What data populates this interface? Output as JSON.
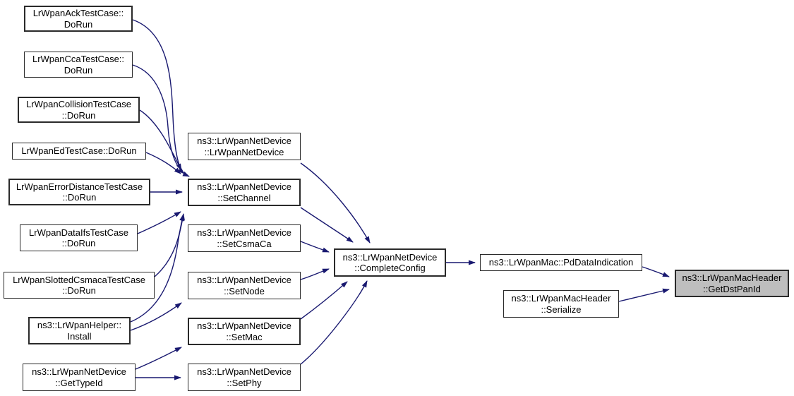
{
  "diagram": {
    "type": "doxygen-caller-graph",
    "highlighted_function": "ns3::LrWpanMacHeader::GetDstPanId"
  },
  "colors": {
    "background": "#ffffff",
    "edge": "#191970",
    "node_border": "#2a2a2a",
    "node_fill": "#ffffff",
    "highlight_fill": "#bebebe",
    "text": "#000000"
  },
  "nodes": [
    {
      "id": "ack-dorun",
      "lines": [
        "LrWpanAckTestCase::",
        "DoRun"
      ]
    },
    {
      "id": "cca-dorun",
      "lines": [
        "LrWpanCcaTestCase::",
        "DoRun"
      ]
    },
    {
      "id": "collision-dorun",
      "lines": [
        "LrWpanCollisionTestCase",
        "::DoRun"
      ]
    },
    {
      "id": "ed-dorun",
      "lines": [
        "LrWpanEdTestCase::DoRun"
      ]
    },
    {
      "id": "errordistance-dorun",
      "lines": [
        "LrWpanErrorDistanceTestCase",
        "::DoRun"
      ]
    },
    {
      "id": "dataifs-dorun",
      "lines": [
        "LrWpanDataIfsTestCase",
        "::DoRun"
      ]
    },
    {
      "id": "slottedcsmaca-dorun",
      "lines": [
        "LrWpanSlottedCsmacaTestCase",
        "::DoRun"
      ]
    },
    {
      "id": "helper-install",
      "lines": [
        "ns3::LrWpanHelper::",
        "Install"
      ]
    },
    {
      "id": "netdevice-gettypeid",
      "lines": [
        "ns3::LrWpanNetDevice",
        "::GetTypeId"
      ]
    },
    {
      "id": "netdevice-constructor",
      "lines": [
        "ns3::LrWpanNetDevice",
        "::LrWpanNetDevice"
      ]
    },
    {
      "id": "netdevice-setchannel",
      "lines": [
        "ns3::LrWpanNetDevice",
        "::SetChannel"
      ]
    },
    {
      "id": "netdevice-setcsmaca",
      "lines": [
        "ns3::LrWpanNetDevice",
        "::SetCsmaCa"
      ]
    },
    {
      "id": "netdevice-setnode",
      "lines": [
        "ns3::LrWpanNetDevice",
        "::SetNode"
      ]
    },
    {
      "id": "netdevice-setmac",
      "lines": [
        "ns3::LrWpanNetDevice",
        "::SetMac"
      ]
    },
    {
      "id": "netdevice-setphy",
      "lines": [
        "ns3::LrWpanNetDevice",
        "::SetPhy"
      ]
    },
    {
      "id": "netdevice-completeconfig",
      "lines": [
        "ns3::LrWpanNetDevice",
        "::CompleteConfig"
      ]
    },
    {
      "id": "mac-pddataindication",
      "lines": [
        "ns3::LrWpanMac::PdDataIndication"
      ]
    },
    {
      "id": "macheader-serialize",
      "lines": [
        "ns3::LrWpanMacHeader",
        "::Serialize"
      ]
    },
    {
      "id": "macheader-getdstpanid",
      "lines": [
        "ns3::LrWpanMacHeader",
        "::GetDstPanId"
      ],
      "highlighted": true
    }
  ],
  "edges": [
    {
      "from": "ack-dorun",
      "to": "netdevice-setchannel"
    },
    {
      "from": "cca-dorun",
      "to": "netdevice-setchannel"
    },
    {
      "from": "collision-dorun",
      "to": "netdevice-setchannel"
    },
    {
      "from": "ed-dorun",
      "to": "netdevice-setchannel"
    },
    {
      "from": "errordistance-dorun",
      "to": "netdevice-setchannel"
    },
    {
      "from": "dataifs-dorun",
      "to": "netdevice-setchannel"
    },
    {
      "from": "slottedcsmaca-dorun",
      "to": "netdevice-setchannel"
    },
    {
      "from": "helper-install",
      "to": "netdevice-setchannel"
    },
    {
      "from": "helper-install",
      "to": "netdevice-setnode"
    },
    {
      "from": "netdevice-gettypeid",
      "to": "netdevice-setmac"
    },
    {
      "from": "netdevice-gettypeid",
      "to": "netdevice-setphy"
    },
    {
      "from": "netdevice-constructor",
      "to": "netdevice-completeconfig"
    },
    {
      "from": "netdevice-setchannel",
      "to": "netdevice-completeconfig"
    },
    {
      "from": "netdevice-setcsmaca",
      "to": "netdevice-completeconfig"
    },
    {
      "from": "netdevice-setnode",
      "to": "netdevice-completeconfig"
    },
    {
      "from": "netdevice-setmac",
      "to": "netdevice-completeconfig"
    },
    {
      "from": "netdevice-setphy",
      "to": "netdevice-completeconfig"
    },
    {
      "from": "netdevice-completeconfig",
      "to": "mac-pddataindication"
    },
    {
      "from": "mac-pddataindication",
      "to": "macheader-getdstpanid"
    },
    {
      "from": "macheader-serialize",
      "to": "macheader-getdstpanid"
    }
  ]
}
